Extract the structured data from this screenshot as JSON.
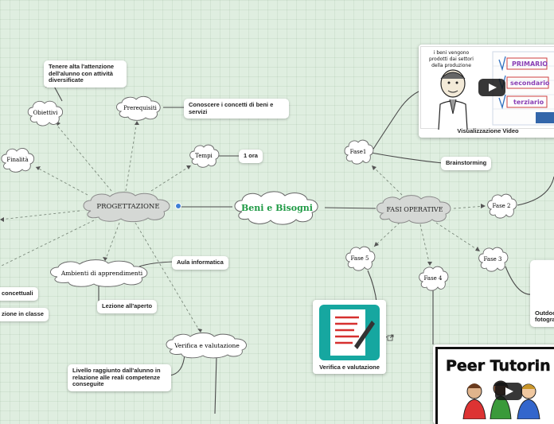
{
  "central": {
    "label": "Beni e Bisogni"
  },
  "progettazione": {
    "label": "PROGETTAZIONE",
    "obiettivi": {
      "label": "Obiettivi",
      "note": "Tenere alta l'attenzione dell'alunno con attività diversificate"
    },
    "prerequisiti": {
      "label": "Prerequisiti",
      "note": "Conoscere i concetti di beni e servizi"
    },
    "tempi": {
      "label": "Tempi",
      "note": "1 ora"
    },
    "finalita": {
      "label": "Finalità"
    },
    "ambienti": {
      "label": "Ambienti di apprendimenti",
      "note_aula": "Aula informatica",
      "note_lezione": "Lezione all'aperto"
    },
    "verifica": {
      "label": "Verifica e valutazione",
      "note": "Livello raggiunto dall'alunno in relazione alle reali competenze conseguite"
    },
    "partial_left_1": "concettuali",
    "partial_left_2": "zione in classe"
  },
  "fasi": {
    "label": "FASI OPERATIVE",
    "fase1": {
      "label": "Fase1",
      "note": "Brainstorming"
    },
    "fase2": {
      "label": "Fase 2"
    },
    "fase3": {
      "label": "Fase 3",
      "note_partial": "Outdoo fotogra"
    },
    "fase4": {
      "label": "Fase 4"
    },
    "fase5": {
      "label": "Fase 5"
    }
  },
  "video_card": {
    "caption": "Visualizzazione Video",
    "board_text": "i beni vengono prodotti dai settori della produzione",
    "sectors": [
      "PRIMARIO",
      "secondario",
      "terziario"
    ]
  },
  "verifica_card": {
    "caption": "Verifica e valutazione"
  },
  "peer_card": {
    "title": "Peer Tutorin"
  },
  "colors": {
    "central_text": "#1f9a45",
    "link": "#333333",
    "dashed": "#7c8a7c",
    "cloud_fill": "#ffffff",
    "cloud_shade": "#d7dad7"
  }
}
